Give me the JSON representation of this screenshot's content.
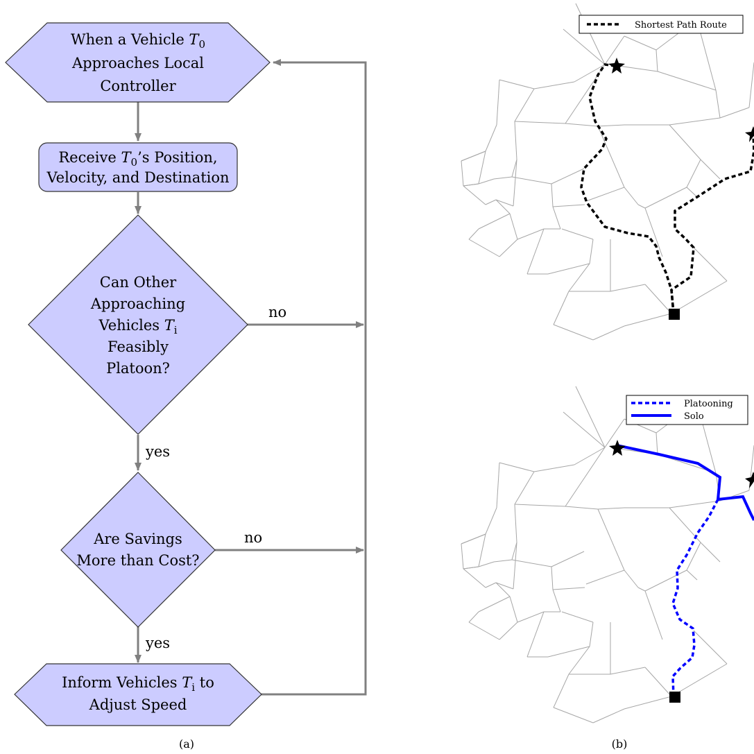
{
  "flowchart": {
    "start": {
      "line1": "When a Vehicle T",
      "line1_sub": "0",
      "line2": "Approaches Local",
      "line3": "Controller"
    },
    "receive": {
      "line1a": "Receive T",
      "line1_sub": "0",
      "line1b": "’s Position,",
      "line2": "Velocity, and Destination"
    },
    "decision1": {
      "line1": "Can Other",
      "line2": "Approaching",
      "line3a": "Vehicles T",
      "line3_sub": "i",
      "line4": "Feasibly",
      "line5": "Platoon?"
    },
    "decision2": {
      "line1": "Are Savings",
      "line2": "More than Cost?"
    },
    "inform": {
      "line1a": "Inform Vehicles T",
      "line1_sub": "i",
      "line1b": " to",
      "line2": "Adjust Speed"
    },
    "edge_labels": {
      "no1": "no",
      "no2": "no",
      "yes1": "yes",
      "yes2": "yes"
    },
    "fill_color": "#ccccff",
    "arrow_color": "#808080"
  },
  "maps": {
    "top_legend": {
      "label": "Shortest Path Route",
      "color": "#000000"
    },
    "bottom_legend": {
      "platooning_label": "Platooning",
      "solo_label": "Solo",
      "color": "#0000ff"
    },
    "road_color": "#a6a6a6",
    "start_marker": "star",
    "end_marker": "square"
  },
  "captions": {
    "a": "(a)",
    "b": "(b)"
  }
}
